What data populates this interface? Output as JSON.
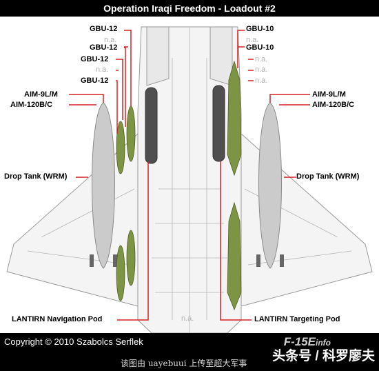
{
  "header": {
    "title": "Operation Iraqi Freedom - Loadout #2"
  },
  "left_labels": {
    "s1": "GBU-12",
    "s2": "n.a.",
    "s3": "GBU-12",
    "s4": "GBU-12",
    "s5": "n.a.",
    "s6": "GBU-12",
    "aim9": "AIM-9L/M",
    "aim120": "AIM-120B/C",
    "tank": "Drop Tank (WRM)",
    "pod": "LANTIRN Navigation Pod"
  },
  "right_labels": {
    "s1": "GBU-10",
    "s2": "n.a.",
    "s3": "GBU-10",
    "s4": "n.a.",
    "s5": "n.a.",
    "s6": "n.a.",
    "aim9": "AIM-9L/M",
    "aim120": "AIM-120B/C",
    "tank": "Drop Tank (WRM)",
    "pod": "LANTIRN Targeting Pod"
  },
  "center_label": "n.a.",
  "footer": {
    "copyright": "Copyright © 2010 Szabolcs Serflek",
    "brand": "F-15E",
    "brand_suffix": "info"
  },
  "watermark": {
    "left": "该图由 uayebuui 上传至超大军事",
    "right": "头条号 / 科罗廖夫"
  },
  "colors": {
    "leader": "#d62020",
    "bomb": "#7d9444",
    "tank": "#c9c9c9",
    "pod": "#5a5a5a"
  }
}
